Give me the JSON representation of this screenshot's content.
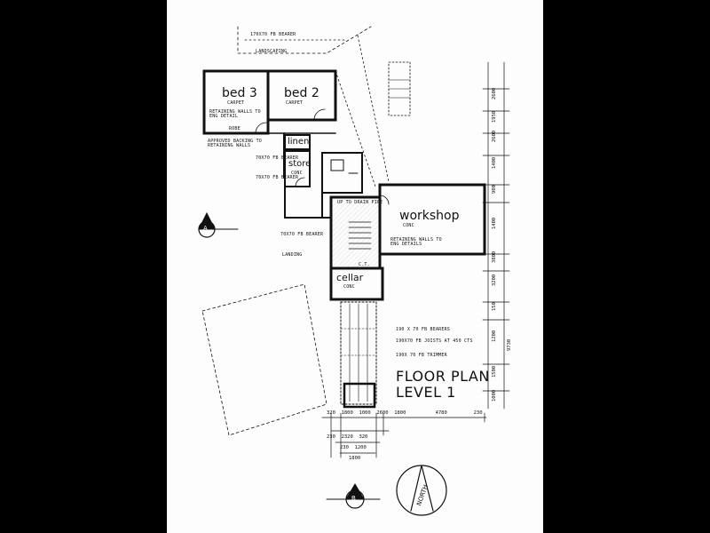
{
  "rooms": {
    "bed3": "bed 3",
    "bed2": "bed 2",
    "linen": "linen",
    "store": "store",
    "workshop": "workshop",
    "cellar": "cellar"
  },
  "room_subs": {
    "carpet_a": "CARPET",
    "carpet_b": "CARPET",
    "conc_a": "CONC",
    "conc_b": "CONC",
    "conc_c": "CONC"
  },
  "notes": {
    "bearer_top": "170X70 FB BEARER",
    "landscaping": "LANDSCAPING",
    "retaining_walls": "RETAINING WALLS TO ENG DETAIL",
    "robe": "ROBE",
    "approved_backing": "APPROVED BACKING TO RETAINING WALLS",
    "bearer_small_a": "70X70 FB BEARER",
    "bearer_small_b": "70X70 FB BEARER",
    "bearer_small_c": "70X70 FB BEARER",
    "landing": "LANDING",
    "retaining_workshop": "RETAINING WALLS TO ENG DETAILS",
    "up_to_room": "UP TO DRAIN PIPE",
    "ct": "C.T.",
    "bearers": "190 X 70 FB BEARERS",
    "joists": "190X70 FB JOISTS AT 450 CTS",
    "trimmer": "190X 70 FB TRIMMER"
  },
  "title": {
    "line1": "FLOOR PLAN",
    "line2": "LEVEL 1"
  },
  "section_markers": {
    "a": "A",
    "b": "B"
  },
  "north": "NORTH",
  "dims_right": [
    "2600",
    "1950",
    "2600",
    "1400",
    "900",
    "1400",
    "3800",
    "3200",
    "150",
    "1200",
    "1500",
    "9730",
    "1000"
  ],
  "dims_bottom": {
    "row1": [
      "320",
      "1800",
      "1000",
      "2600",
      "1800",
      "4780",
      "230"
    ],
    "row2": [
      "230",
      "2320",
      "320"
    ],
    "row3": [
      "230",
      "1200"
    ],
    "row4": [
      "1800"
    ]
  }
}
